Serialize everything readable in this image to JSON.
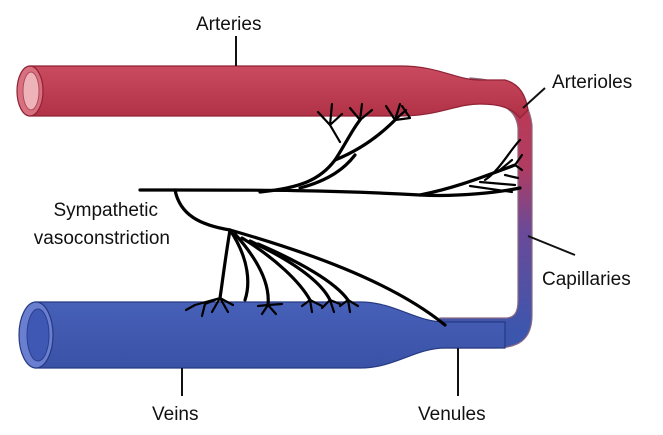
{
  "labels": {
    "arteries": "Arteries",
    "arterioles": "Arterioles",
    "sympathetic_line1": "Sympathetic",
    "sympathetic_line2": "vasoconstriction",
    "capillaries": "Capillaries",
    "veins": "Veins",
    "venules": "Venules"
  },
  "colors": {
    "artery": "#c0394f",
    "artery_dark": "#8f2235",
    "artery_lumen": "#e9a0a8",
    "vein": "#3d56ad",
    "vein_dark": "#263a82",
    "vein_lumen": "#4a66c8",
    "vessel_outline": "#9a6f7a",
    "nerve": "#000000"
  }
}
